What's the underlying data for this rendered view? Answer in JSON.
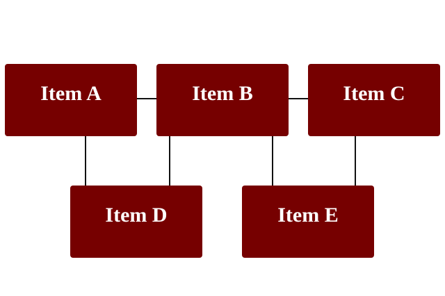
{
  "diagram": {
    "type": "block-diagram",
    "colors": {
      "box_fill": "#760000",
      "text": "#ffffff",
      "connector": "#111111",
      "background": "#ffffff"
    },
    "nodes": [
      {
        "id": "A",
        "label": "Item A"
      },
      {
        "id": "B",
        "label": "Item B"
      },
      {
        "id": "C",
        "label": "Item C"
      },
      {
        "id": "D",
        "label": "Item D"
      },
      {
        "id": "E",
        "label": "Item E"
      }
    ],
    "edges": [
      {
        "from": "A",
        "to": "B"
      },
      {
        "from": "B",
        "to": "C"
      },
      {
        "from": "A",
        "to": "D"
      },
      {
        "from": "B",
        "to": "D"
      },
      {
        "from": "B",
        "to": "E"
      },
      {
        "from": "C",
        "to": "E"
      }
    ]
  }
}
